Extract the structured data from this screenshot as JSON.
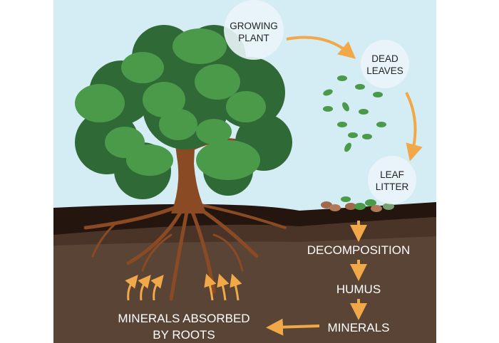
{
  "title": "Nutrient cycle of a tree",
  "bubbles": {
    "growing_plant": [
      "GROWING",
      "PLANT"
    ],
    "dead_leaves": [
      "DEAD",
      "LEAVES"
    ],
    "leaf_litter": [
      "LEAF",
      "LITTER"
    ]
  },
  "steps": {
    "decomposition": "DECOMPOSITION",
    "humus": "HUMUS",
    "minerals": "MINERALS"
  },
  "absorbed": [
    "MINERALS ABSORBED",
    "BY ROOTS"
  ],
  "colors": {
    "sky": "#d4ecf4",
    "foliage_dark": "#2f6a36",
    "foliage_light": "#4b9a4a",
    "trunk": "#8a4a24",
    "topsoil": "#24150e",
    "subsoil": "#4a3428",
    "soil": "#5a4436",
    "arrow": "#f0a848"
  }
}
